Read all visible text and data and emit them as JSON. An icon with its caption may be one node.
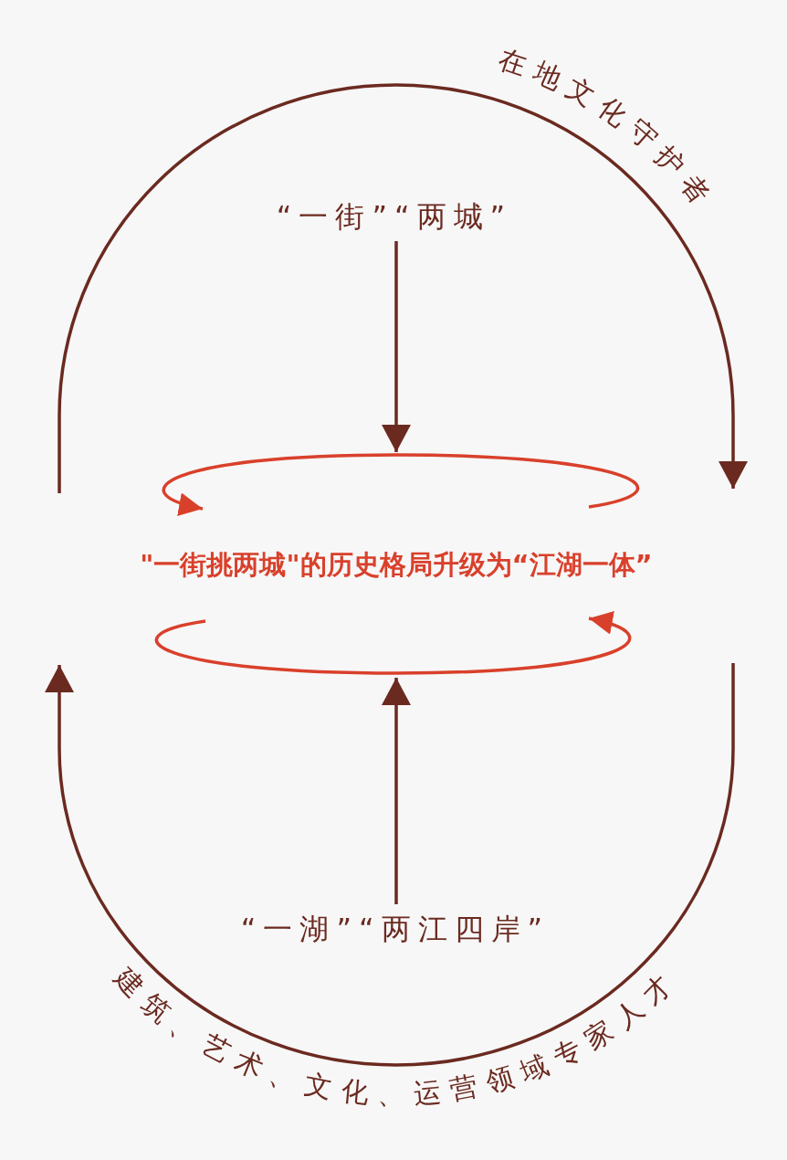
{
  "diagram": {
    "nodes": [
      {
        "text": [
          "“一街”“两城”"
        ]
      },
      {
        "text": [
          "\"一街挑两城\"的历史格局升级为“江湖一体”"
        ]
      },
      {
        "text": [
          "“一湖”“两江四岸”"
        ]
      }
    ],
    "edges": [
      {
        "from": null,
        "to": 1,
        "arrow": "to",
        "label": "在地文化守护者"
      },
      {
        "from": 0,
        "to": 1,
        "arrow": "to"
      },
      {
        "from": 2,
        "to": 1,
        "arrow": "to"
      },
      {
        "from": null,
        "to": 1,
        "arrow": "to",
        "label": "建筑、艺术、文化、运营领域专家人才"
      }
    ]
  }
}
